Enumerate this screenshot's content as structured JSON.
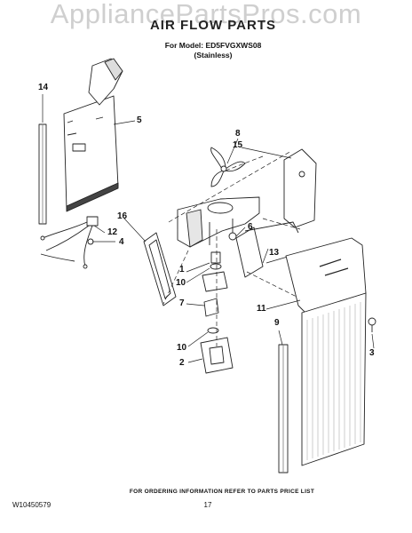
{
  "watermark": "AppliancePartsPros.com",
  "header": {
    "title": "AIR FLOW PARTS",
    "model_line": "For Model: ED5FVGXWS08",
    "variant": "(Stainless)"
  },
  "callouts": [
    "14",
    "5",
    "8",
    "15",
    "16",
    "12",
    "4",
    "6",
    "13",
    "1",
    "10",
    "7",
    "11",
    "9",
    "3",
    "10",
    "2"
  ],
  "footer": {
    "note": "FOR ORDERING INFORMATION REFER TO PARTS PRICE LIST",
    "doc_number": "W10450579",
    "page_number": "17"
  },
  "colors": {
    "line": "#222222",
    "watermark": "#cfcfcf",
    "fill": "#ffffff",
    "shade": "#e6e6e6"
  }
}
